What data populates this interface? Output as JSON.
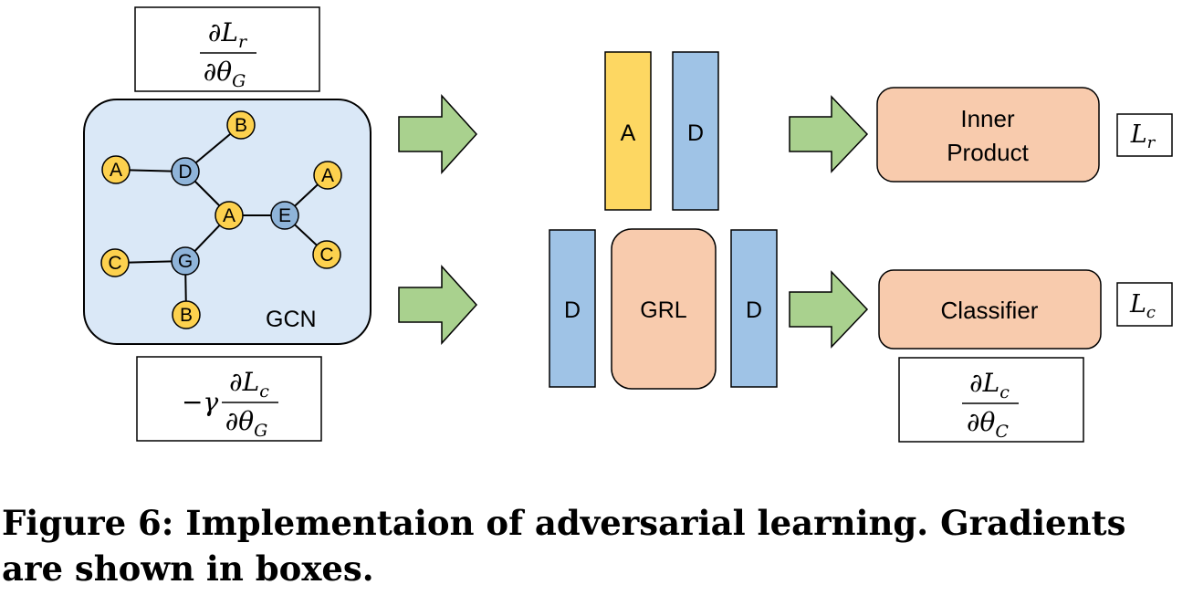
{
  "colors": {
    "gcn_fill": "#dae8f7",
    "node_yellow": "#fdd14e",
    "node_blue": "#8fb4d9",
    "bar_yellow": "#fdd762",
    "bar_blue": "#9fc3e6",
    "salmon": "#f8cbad",
    "arrow_green": "#a9d18e"
  },
  "gcn": {
    "label": "GCN",
    "nodes": [
      "B",
      "A",
      "D",
      "A",
      "A",
      "E",
      "C",
      "G",
      "C",
      "B"
    ]
  },
  "bars": {
    "top_a": "A",
    "top_d": "D",
    "left_d": "D",
    "right_d": "D",
    "grl": "GRL"
  },
  "modules": {
    "inner_product_line1": "Inner",
    "inner_product_line2": "Product",
    "classifier": "Classifier"
  },
  "losses": {
    "reconstruction": {
      "base": "L",
      "sub": "r"
    },
    "classification": {
      "base": "L",
      "sub": "c"
    }
  },
  "gradients": {
    "top": {
      "num": "∂L",
      "num_sub": "r",
      "den": "∂θ",
      "den_sub": "G"
    },
    "bottom": {
      "prefix": "−γ",
      "num": "∂L",
      "num_sub": "c",
      "den": "∂θ",
      "den_sub": "G"
    },
    "classifier": {
      "num": "∂L",
      "num_sub": "c",
      "den": "∂θ",
      "den_sub": "C"
    }
  },
  "caption": {
    "line1": "Figure 6: Implementaion of adversarial learning. Gradients",
    "line2": "are shown in boxes."
  }
}
